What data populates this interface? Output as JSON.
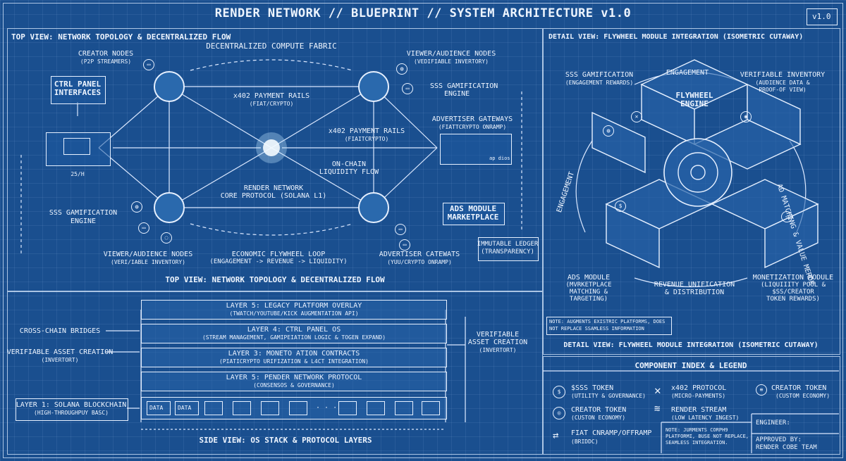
{
  "header": {
    "title": "RENDER NETWORK // BLUEPRINT // SYSTEM ARCHITECTURE v1.0",
    "version": "v1.0"
  },
  "top_view": {
    "heading": "TOP VIEW: NETWORK TOPOLOGY & DECENTRALIZED FLOW",
    "caption": "TOP VIEW: NETWORK TOPOLOGY & DECENTRALIZED FLOW",
    "fabric": "DECENTRALIZED COMPUTE FABRIC",
    "creator_nodes": [
      "CREATOR NODES",
      "(P2P STREAMERS)"
    ],
    "ctrl_panel": [
      "CTRL PANEL",
      "INTERFACES"
    ],
    "viewer_top": [
      "VIEWER/AUDIENCE NODES",
      "(VEDIFIABLE INVERTORY)"
    ],
    "gamif_right": [
      "SSS GAMIFICATION",
      "ENGINE"
    ],
    "payment1": [
      "x402 PAYMENT RAILS",
      "(FIAT/CRYPTO)"
    ],
    "payment2": [
      "x402 PAYMENT RAILS",
      "(FIAITCRYPTO)"
    ],
    "advertiser_gw": [
      "ADVERTISER GATEWAYS",
      "(FIATTCRYPTO ONRAMP)"
    ],
    "liquidity": [
      "ON-CHAIN",
      "LIQUIDITY FLOW"
    ],
    "core": [
      "RENDER NETWORK",
      "CORE PROTOCOL (SOLANA L1)"
    ],
    "gamif_left": [
      "SSS GAMIFICATION",
      "ENGINE"
    ],
    "ads_market": [
      "ADS MODULE",
      "MARKETPLACE"
    ],
    "ledger": [
      "IMMUTABLE LEDGER",
      "(TRANSPARENCY)"
    ],
    "viewer_bottom": [
      "VIEWER/AUDIENCE NODES",
      "(VERI/IABLE INVENTORY)"
    ],
    "flywheel_loop": [
      "ECONOMIC FLYWHEEL LOOP",
      "(ENGAGEMENT -> REVENUE -> LIQUIDITY)"
    ],
    "advertiser_bottom": [
      "ADVERTISER CATEWATS",
      "(YUU/CRYPTO ONRAMP)"
    ],
    "dim_label": "25/H",
    "wallet_label": "ap dios"
  },
  "side_view": {
    "caption": "SIDE VIEW: OS STACK & PROTOCOL LAYERS",
    "layers": [
      {
        "title": "LAYER 5: LEGACY PLATFORM OVERLAY",
        "sub": "(TWATCH/YOUTUBE/KICK AUGMENTATION API)"
      },
      {
        "title": "LAYER 4: CTRL PANEL OS",
        "sub": "(STREAM MANAGEMENT, GAMIPEIATION LOGIC & TOGEN EXPAND)"
      },
      {
        "title": "LAYER 3: MONETO ATION CONTRACTS",
        "sub": "(PIATICRYPTO URIFIZATION & L4CT INTEGRATION)"
      },
      {
        "title": "LAYER 5: PENDER NETWORK PROTOCOL",
        "sub": "(CONSENSOS & GOVERNANCE)"
      }
    ],
    "cross_chain": "CROSS-CHAIN BRIDGES",
    "verifiable_left": [
      "VERIFIABLE ASSET CREATION",
      "(INVERTORT)"
    ],
    "layer1": [
      "LAYER 1: SOLANA BLOCKCHAIN",
      "(HIGH-THROUGHPUY BASC)"
    ],
    "verifiable_right": [
      "VERIFIABLE",
      "ASSET CREATION",
      "(INVERTORT)"
    ],
    "data_blocks": [
      "DATA",
      "DATA"
    ],
    "ellipsis": "· · ·"
  },
  "detail_view": {
    "heading": "DETAIL VIEW: FLYWHEEL MODULE INTEGRATION (ISOMETRIC CUTAWAY)",
    "caption": "DETAIL VIEW: FLYWHEEL MODULE INTEGRATION (ISOMETRIC CUTAWAY)",
    "engagement_top": "ENGAGEMENT",
    "engagement_left": "ENGAGEMENT",
    "gamification": [
      "SSS GAMIFICATION",
      "(ENGAGEMENT REWARDS)"
    ],
    "inventory": [
      "VERIFIABLE INVENTORY",
      "(AUDIENCE DATA &",
      "PROOF-OF VIEW)"
    ],
    "engine": [
      "FLYWHEEL",
      "ENGINE"
    ],
    "ad_matching": "AD MATCHING & VALUE MERDE",
    "ads_module": [
      "ADS MODULE",
      "(MVRKETPLACE",
      "MATCHING &",
      "TARGETING)"
    ],
    "revenue": [
      "REVENUE UNIFICATION",
      "& DISTRIBUTION"
    ],
    "monetization": [
      "MONETIZATION MODULE",
      "(LIQUIIITY POOL &",
      "$SS/CREATOR",
      "TOKEN REWARDS)"
    ],
    "note": [
      "NOTE: AUGMENTS EXISTRIC PLATFORMS, DOES",
      "NOT REPLACE  SSAMLESS INFORMATION"
    ]
  },
  "legend": {
    "heading": "COMPONENT INDEX & LEGEND",
    "items": [
      {
        "icon": "dollar-token-icon",
        "label": "$SSS TOKEN",
        "sub": "(UTILITY & GOVERNANCE)"
      },
      {
        "icon": "x402-protocol-icon",
        "label": "x402 PROTOCOL",
        "sub": "(MICRO-PAYMENTS)"
      },
      {
        "icon": "coin-stack-icon",
        "label": "CREATOR TOKEN",
        "sub": "(CUSTOM ECONOMY)"
      },
      {
        "icon": "creator-token-icon",
        "label": "CREATOR TOKEN",
        "sub": "(CUSTON ECONOMY)"
      },
      {
        "icon": "render-stream-icon",
        "label": "RENDER STREAM",
        "sub": "(LOW LATENCY INGEST)"
      },
      {
        "icon": "fiat-onramp-icon",
        "label": "FIAT CNRAMP/OFFRAMP",
        "sub": "(BRIDDC)"
      }
    ],
    "note": [
      "NOTE: JURMENTS CORPH9",
      "PLATFORMI, BUSE NOT REPLACE,",
      "SEAMLESS INTEGRATION."
    ],
    "engineer": "ENGINEER:",
    "approved": [
      "APPROVED BY:",
      "RENDER COBE TEAM"
    ]
  }
}
